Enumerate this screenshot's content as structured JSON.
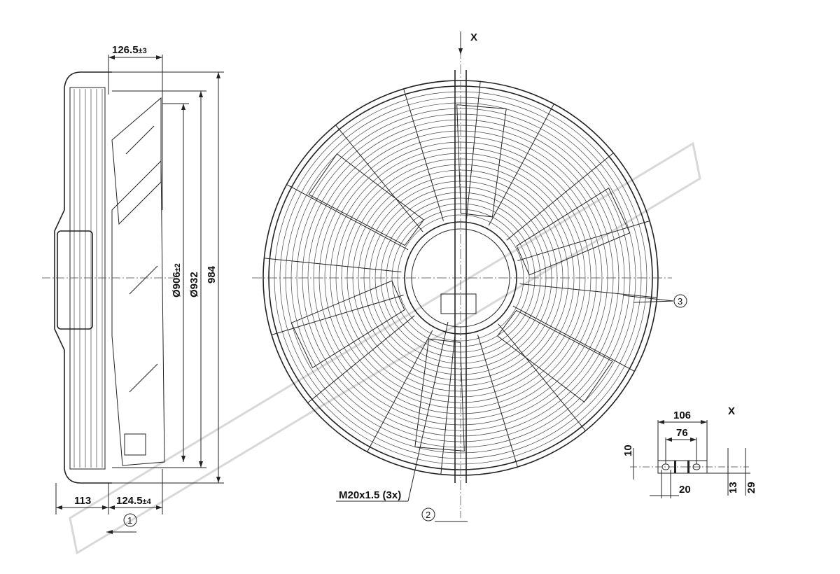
{
  "side_view": {
    "depth_top": "126.5",
    "depth_top_tol": "±3",
    "diameter_inner": "Ø906",
    "diameter_inner_tol": "±2",
    "diameter_outer": "Ø932",
    "height_total": "984",
    "width_motor": "113",
    "width_bottom": "124.5",
    "width_bottom_tol": "±4",
    "airflow_marker": "1"
  },
  "front_view": {
    "view_marker": "X",
    "cable_marker": "3",
    "thread_label": "M20x1.5 (3x)",
    "rotation_marker": "2"
  },
  "detail_x": {
    "title": "X",
    "dim_106": "106",
    "dim_76": "76",
    "dim_10": "10",
    "dim_20": "20",
    "dim_13": "13",
    "dim_29": "29"
  }
}
